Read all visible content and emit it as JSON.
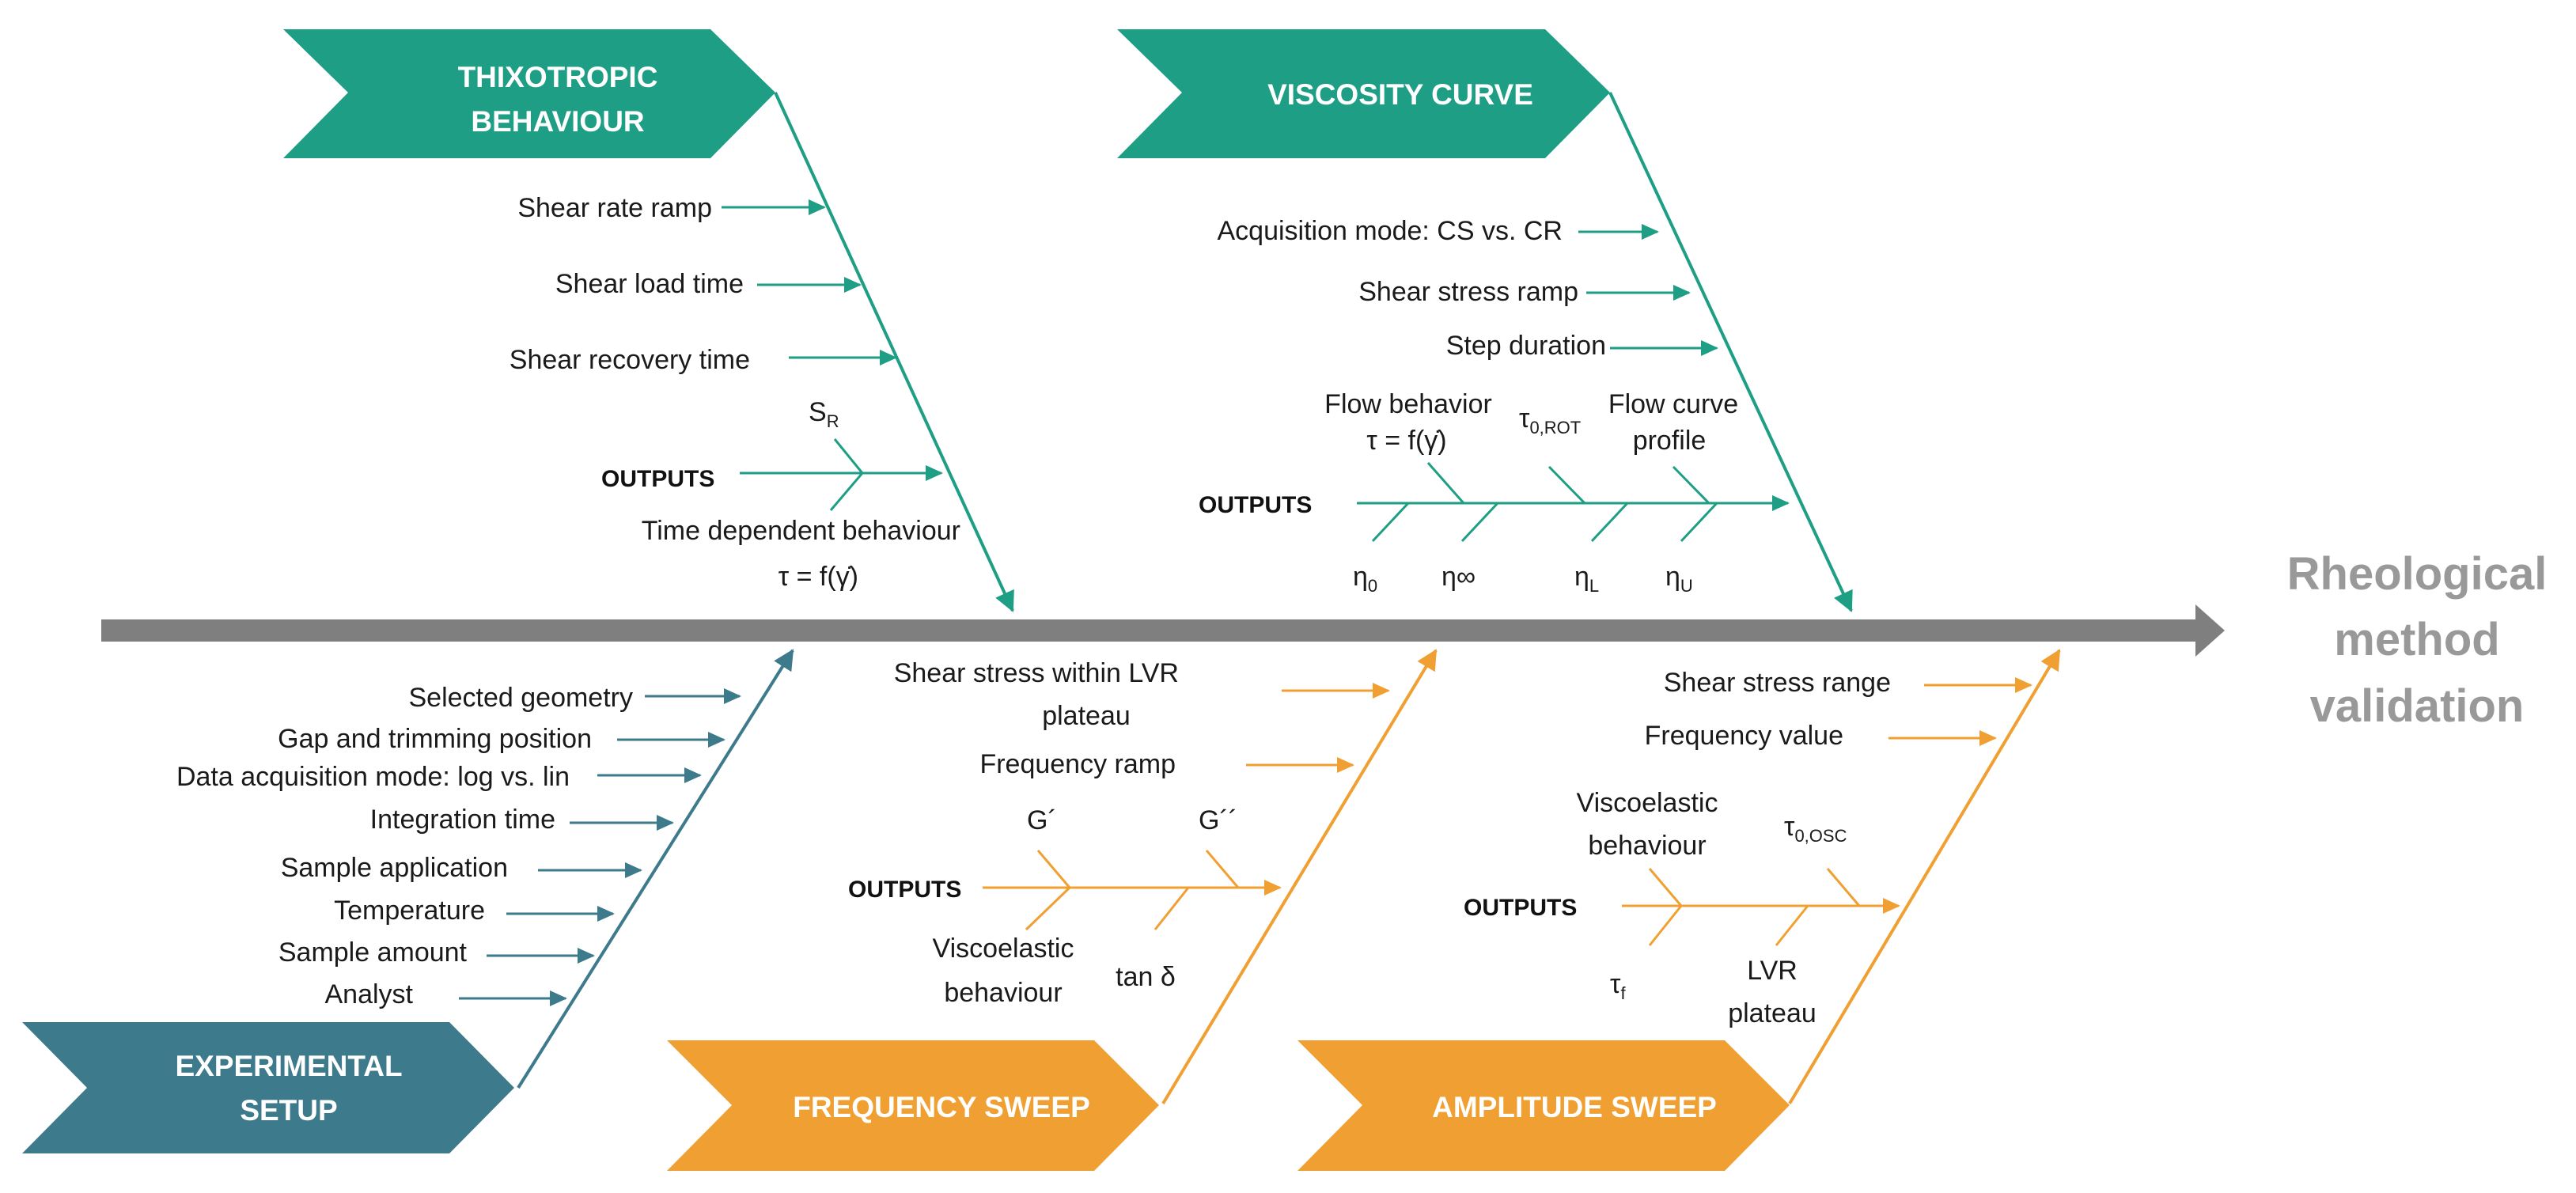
{
  "result": {
    "lines": [
      "Rheological",
      "method",
      "validation"
    ]
  },
  "colors": {
    "thixotropic": "#1e9e84",
    "viscosity": "#1e9e84",
    "experimental": "#3d7a8c",
    "frequency": "#f0a032",
    "amplitude": "#f0a032",
    "spine": "#7f7f7f",
    "result": "#999999"
  },
  "categories": {
    "thixotropic": {
      "title": [
        "THIXOTROPIC",
        "BEHAVIOUR"
      ],
      "causes": [
        "Shear rate ramp",
        "Shear load time",
        "Shear recovery time"
      ],
      "outputs_label": "OUTPUTS",
      "out_sr": {
        "base": "S",
        "sub": "R"
      },
      "out_time_dep": [
        "Time dependent behaviour",
        "τ = f(γ̇)"
      ]
    },
    "viscosity": {
      "title": [
        "VISCOSITY CURVE"
      ],
      "causes": [
        "Acquisition mode: CS vs. CR",
        "Shear stress ramp",
        "Step duration"
      ],
      "outputs_label": "OUTPUTS",
      "out_flow_behavior": [
        "Flow behavior",
        "τ = f(γ̇)"
      ],
      "out_tau_rot": {
        "base": "τ",
        "sub": "0,ROT"
      },
      "out_flow_profile": [
        "Flow curve",
        "profile"
      ],
      "out_eta0": {
        "base": "η",
        "sub": "0"
      },
      "out_eta_inf": "η∞",
      "out_etaL": {
        "base": "η",
        "sub": "L"
      },
      "out_etaU": {
        "base": "η",
        "sub": "U"
      }
    },
    "experimental": {
      "title": [
        "EXPERIMENTAL",
        "SETUP"
      ],
      "causes": [
        "Selected geometry",
        "Gap and trimming position",
        "Data acquisition mode: log vs. lin",
        "Integration time",
        "Sample application",
        "Temperature",
        "Sample amount",
        "Analyst"
      ]
    },
    "frequency": {
      "title": [
        "FREQUENCY SWEEP"
      ],
      "causes": [
        [
          "Shear stress within LVR",
          "plateau"
        ],
        [
          "Frequency ramp"
        ]
      ],
      "outputs_label": "OUTPUTS",
      "out_g1": "G´",
      "out_g2": "G´´",
      "out_visco": [
        "Viscoelastic",
        "behaviour"
      ],
      "out_tan": "tan δ"
    },
    "amplitude": {
      "title": [
        "AMPLITUDE SWEEP"
      ],
      "causes": [
        "Shear stress range",
        "Frequency value"
      ],
      "outputs_label": "OUTPUTS",
      "out_visco": [
        "Viscoelastic",
        "behaviour"
      ],
      "out_tau_osc": {
        "base": "τ",
        "sub": "0,OSC"
      },
      "out_tau_f": {
        "base": "τ",
        "sub": "f"
      },
      "out_lvr": [
        "LVR",
        "plateau"
      ]
    }
  }
}
